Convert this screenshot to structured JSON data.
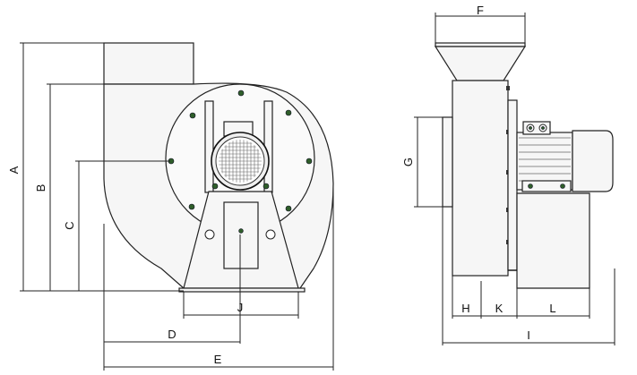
{
  "drawing": {
    "labels": {
      "A": "A",
      "B": "B",
      "C": "C",
      "D": "D",
      "E": "E",
      "F": "F",
      "G": "G",
      "H": "H",
      "I": "I",
      "J": "J",
      "K": "K",
      "L": "L"
    },
    "colors": {
      "line": "#222222",
      "fill": "#f6f6f6",
      "bolt": "#2f5e2a"
    }
  }
}
